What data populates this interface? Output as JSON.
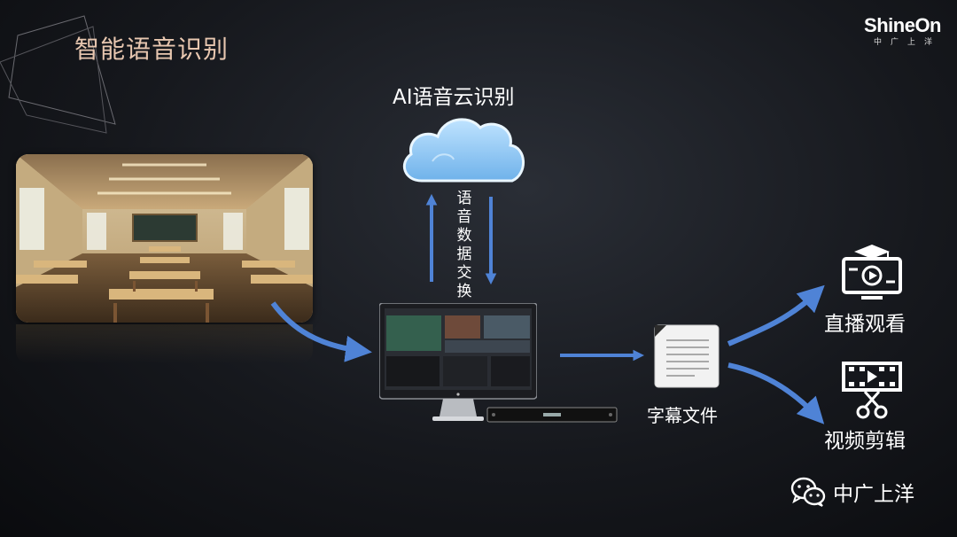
{
  "title": "智能语音识别",
  "logo": {
    "word": "ShineOn",
    "sub": "中广上洋"
  },
  "cloud": {
    "label": "AI语音云识别"
  },
  "exchange": {
    "label": "语音数据交换"
  },
  "document": {
    "label": "字幕文件"
  },
  "outputs": {
    "live": {
      "label": "直播观看"
    },
    "edit": {
      "label": "视频剪辑"
    }
  },
  "footer": {
    "label": "中广上洋"
  },
  "colors": {
    "arrow": "#4f83d6",
    "title": "#e8c7b0",
    "accent": "#d6412b"
  }
}
